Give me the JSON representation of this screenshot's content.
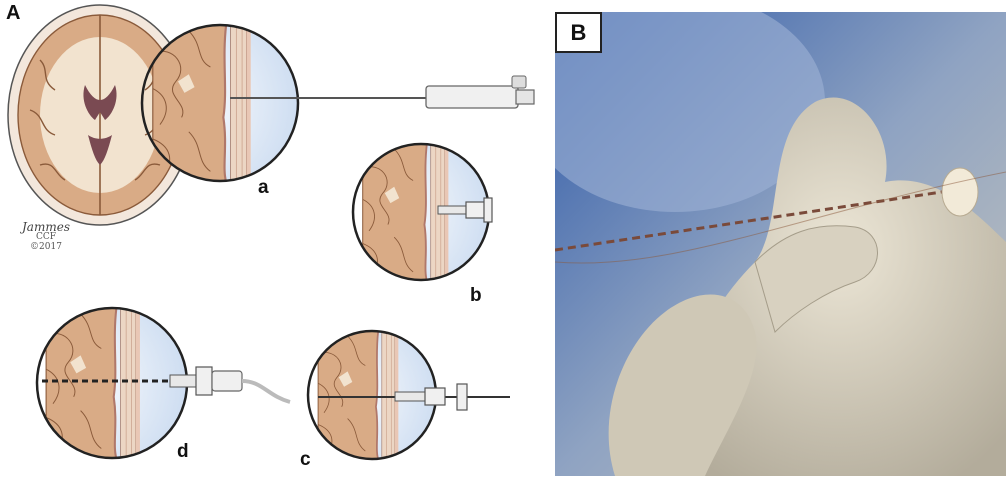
{
  "panel_a": {
    "label": "A",
    "steps": [
      {
        "id": "a",
        "label": "a"
      },
      {
        "id": "b",
        "label": "b"
      },
      {
        "id": "c",
        "label": "c"
      },
      {
        "id": "d",
        "label": "d"
      }
    ],
    "signature": {
      "name": "Jammes",
      "copyright_org": "CCF",
      "copyright_year": "©2017"
    }
  },
  "panel_b": {
    "label": "B"
  },
  "colors": {
    "brain": "#d9ab86",
    "brain_outline": "#8a5a3a",
    "white_matter": "#f2e3cf",
    "skull": "#ecd6c4",
    "fluid": "#dbe7f5",
    "instrument": "#f0f0f0",
    "photo_background": "#6f84a6",
    "glove": "#ddd7c6"
  },
  "icons": [
    "brain-axial-section",
    "burr-hole-drill",
    "bolt-anchor",
    "introducer-stylet",
    "depth-electrode"
  ]
}
